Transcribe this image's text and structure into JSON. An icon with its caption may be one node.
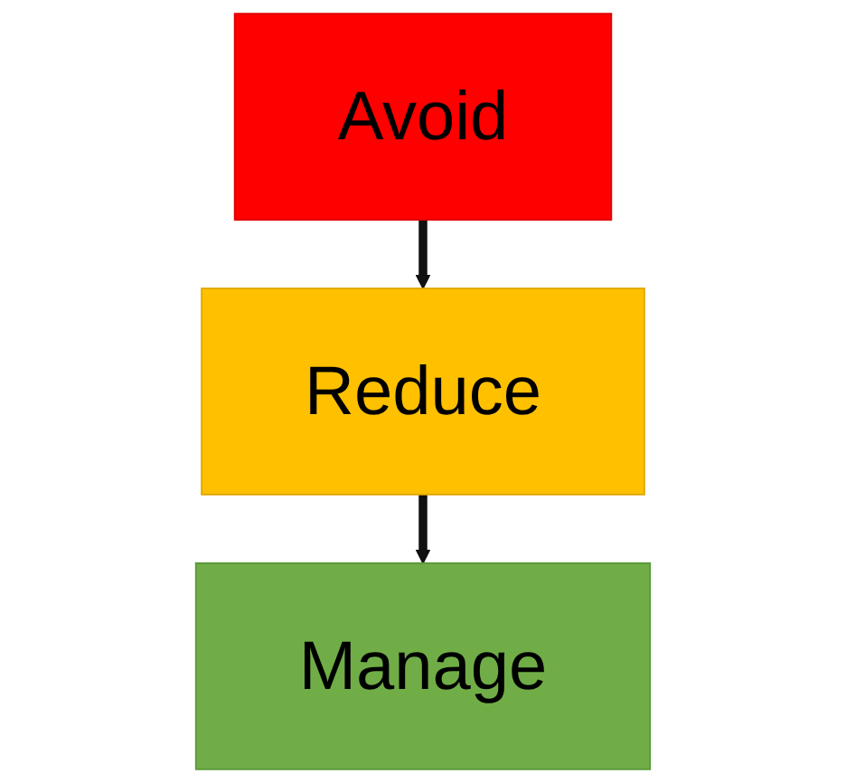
{
  "diagram": {
    "nodes": [
      {
        "text": [
          "Avoid"
        ]
      },
      {
        "text": [
          "Reduce"
        ]
      },
      {
        "text": [
          "Manage"
        ]
      }
    ],
    "edges": [
      {
        "from": 0,
        "to": 1,
        "arrow": "to"
      },
      {
        "from": 1,
        "to": 2,
        "arrow": "to"
      }
    ]
  }
}
